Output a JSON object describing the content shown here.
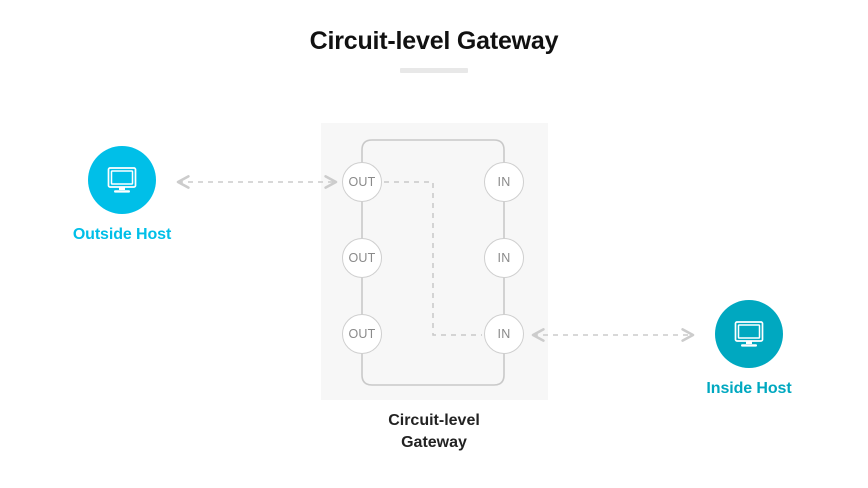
{
  "page": {
    "title": "Circuit-level Gateway",
    "background": "#ffffff"
  },
  "colors": {
    "title_text": "#111111",
    "divider": "#e8e8e8",
    "outside_accent": "#00bfe8",
    "inside_accent": "#00a8c0",
    "panel_background": "#f7f7f7",
    "line_gray": "#c9c9c9",
    "port_border": "#cfcfcf",
    "port_text": "#8a8a8a",
    "arrow_gray": "#cccccc"
  },
  "nodes": {
    "outside_host": {
      "label": "Outside Host",
      "icon": "monitor-icon",
      "color": "#00bfe8"
    },
    "inside_host": {
      "label": "Inside Host",
      "icon": "monitor-icon",
      "color": "#00a8c0"
    }
  },
  "gateway": {
    "caption_line1": "Circuit-level",
    "caption_line2": "Gateway",
    "out_ports": [
      {
        "label": "OUT"
      },
      {
        "label": "OUT"
      },
      {
        "label": "OUT"
      }
    ],
    "in_ports": [
      {
        "label": "IN"
      },
      {
        "label": "IN"
      },
      {
        "label": "IN"
      }
    ]
  },
  "connections": [
    {
      "name": "outside-host-to-gateway",
      "style": "dashed",
      "direction": "bidirectional"
    },
    {
      "name": "gateway-to-inside-host",
      "style": "dashed",
      "direction": "bidirectional"
    },
    {
      "name": "internal-circuit-out1-to-in3",
      "style": "dashed",
      "direction": "none"
    }
  ]
}
